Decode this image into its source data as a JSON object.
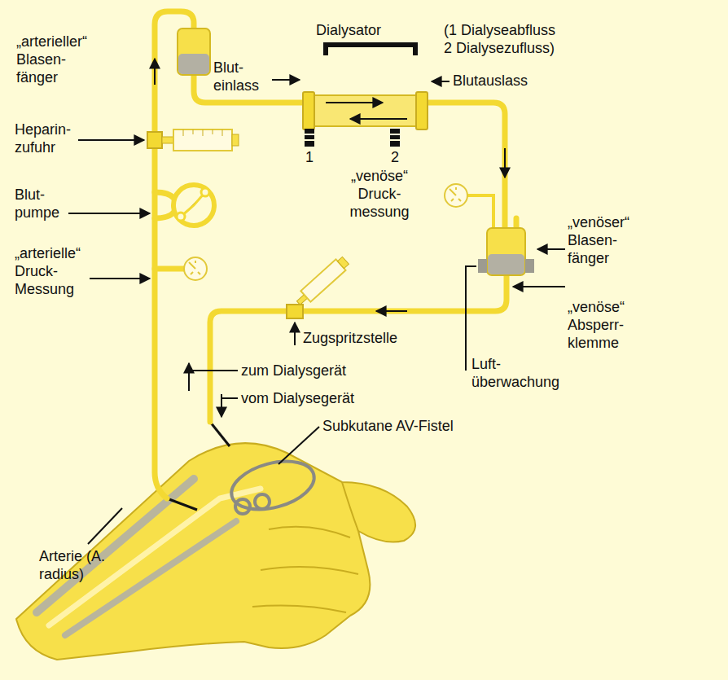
{
  "diagram": {
    "labels": [
      "Dialysator",
      "(1 Dialyseabfluss 2 Dialysezufluss)",
      "„arterieller“ Blasen- fänger",
      "Blut- einlass",
      "Blutauslass",
      "Heparin- zufuhr",
      "Blut- pumpe",
      "„arterielle“ Druck- Messung",
      "„venöse“ Druck- messung",
      "„venöser“ Blasen- fänger",
      "„venöse“ Absperr- klemme",
      "Zugspritzstelle",
      "Luft- überwachung",
      "zum Dialysgerät",
      "vom Dialysegerät",
      "Subkutane AV-Fistel",
      "Arterie (A. radius)",
      "1",
      "2"
    ]
  }
}
